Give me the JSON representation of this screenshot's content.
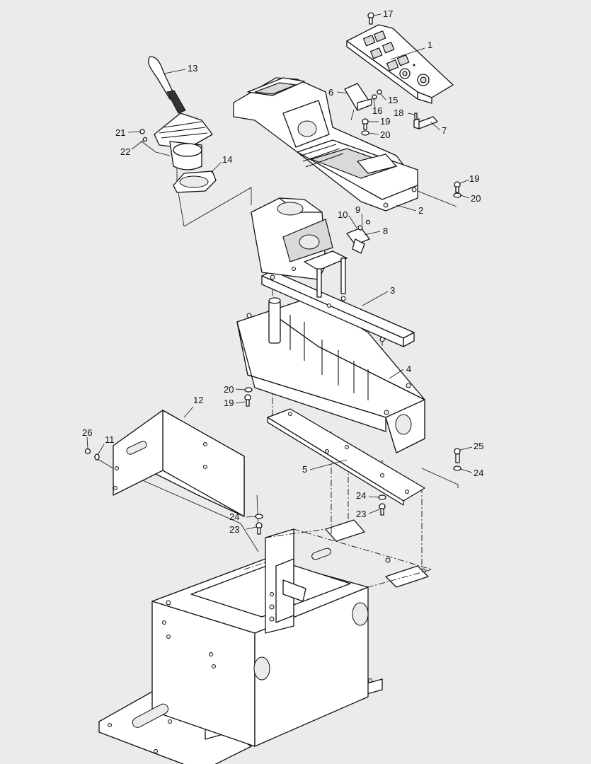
{
  "figure": {
    "description_kind": "exploded parts diagram"
  },
  "callouts": [
    {
      "id": "c1",
      "text": "1"
    },
    {
      "id": "c2",
      "text": "2"
    },
    {
      "id": "c3",
      "text": "3"
    },
    {
      "id": "c4",
      "text": "4"
    },
    {
      "id": "c5",
      "text": "5"
    },
    {
      "id": "c6",
      "text": "6"
    },
    {
      "id": "c7",
      "text": "7"
    },
    {
      "id": "c8",
      "text": "8"
    },
    {
      "id": "c9",
      "text": "9"
    },
    {
      "id": "c10",
      "text": "10"
    },
    {
      "id": "c11",
      "text": "11"
    },
    {
      "id": "c12",
      "text": "12"
    },
    {
      "id": "c13",
      "text": "13"
    },
    {
      "id": "c14",
      "text": "14"
    },
    {
      "id": "c15",
      "text": "15"
    },
    {
      "id": "c16",
      "text": "16"
    },
    {
      "id": "c17",
      "text": "17"
    },
    {
      "id": "c18",
      "text": "18"
    },
    {
      "id": "c19a",
      "text": "19"
    },
    {
      "id": "c19b",
      "text": "19"
    },
    {
      "id": "c19c",
      "text": "19"
    },
    {
      "id": "c20a",
      "text": "20"
    },
    {
      "id": "c20b",
      "text": "20"
    },
    {
      "id": "c20c",
      "text": "20"
    },
    {
      "id": "c21",
      "text": "21"
    },
    {
      "id": "c22",
      "text": "22"
    },
    {
      "id": "c23a",
      "text": "23"
    },
    {
      "id": "c23b",
      "text": "23"
    },
    {
      "id": "c24a",
      "text": "24"
    },
    {
      "id": "c24b",
      "text": "24"
    },
    {
      "id": "c24c",
      "text": "24"
    },
    {
      "id": "c25",
      "text": "25"
    },
    {
      "id": "c26",
      "text": "26"
    }
  ]
}
